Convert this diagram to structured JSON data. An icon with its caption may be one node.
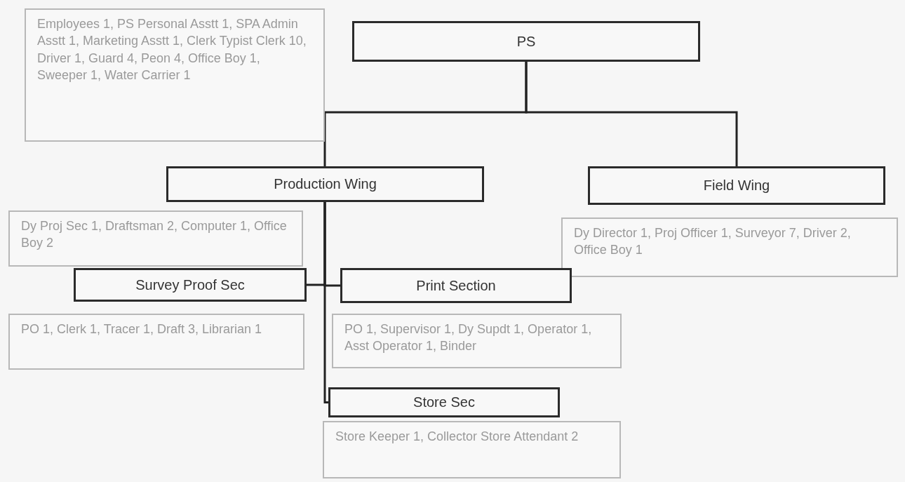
{
  "diagram": {
    "nodes": [
      {
        "text": [
          "Employees 1, PS Personal Asstt 1, SPA Admin Asstt 1, Marketing Asstt 1, Clerk Typist Clerk 10, Driver 1, Guard 4, Peon 4, Office Boy 1, Sweeper 1, Water Carrier 1"
        ]
      },
      {
        "text": [
          "PS"
        ]
      },
      {
        "text": [
          "Production Wing"
        ]
      },
      {
        "text": [
          "Field Wing"
        ]
      },
      {
        "text": [
          "Dy Proj Sec 1, Draftsman 2, Computer 1, Office Boy 2"
        ]
      },
      {
        "text": [
          "Dy Director 1, Proj Officer 1, Surveyor 7, Driver 2, Office Boy 1"
        ]
      },
      {
        "text": [
          "Survey Proof Sec"
        ]
      },
      {
        "text": [
          "Print Section"
        ]
      },
      {
        "text": [
          "PO 1, Clerk 1, Tracer 1, Draft 3, Librarian 1"
        ]
      },
      {
        "text": [
          "PO 1, Supervisor 1, Dy Supdt 1, Operator 1, Asst Operator 1, Binder"
        ]
      },
      {
        "text": [
          "Store Sec"
        ]
      },
      {
        "text": [
          "Store Keeper 1, Collector Store Attendant 2"
        ]
      }
    ],
    "edges": [
      {
        "from": 1,
        "to": 2,
        "arrow": "none"
      },
      {
        "from": 1,
        "to": 3,
        "arrow": "none"
      },
      {
        "from": 2,
        "to": 6,
        "arrow": "none"
      },
      {
        "from": 2,
        "to": 7,
        "arrow": "none"
      },
      {
        "from": 2,
        "to": 10,
        "arrow": "none"
      }
    ]
  }
}
